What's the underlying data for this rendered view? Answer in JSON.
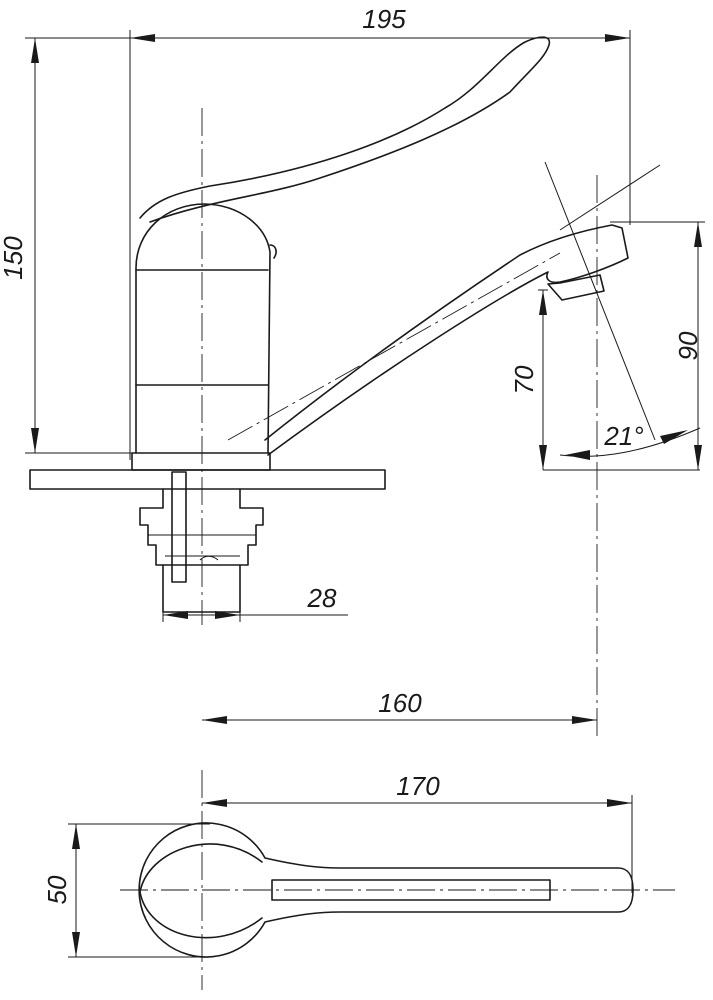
{
  "dimensions": {
    "total_width": "195",
    "total_height": "150",
    "spout_reach_center": "160",
    "spout_reach_total": "170",
    "outlet_height_low": "70",
    "outlet_height_high": "90",
    "outlet_angle": "21°",
    "shank_diameter": "28",
    "body_diameter": "50"
  }
}
